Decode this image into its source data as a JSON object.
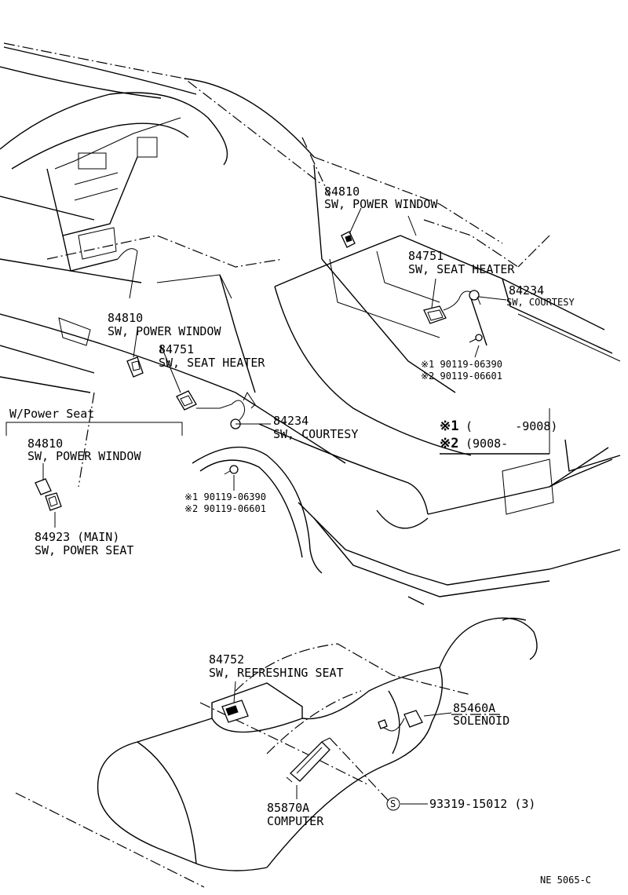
{
  "callouts": {
    "pw_upper_num": "84810",
    "pw_upper_name": "SW, POWER WINDOW",
    "sh_upper_num": "84751",
    "sh_upper_name": "SW, SEAT HEATER",
    "court_upper_num": "84234",
    "court_upper_name": "SW, COURTESY",
    "screw_upper_1": "※1 90119-06390",
    "screw_upper_2": "※2 90119-06601",
    "pw_mid_num": "84810",
    "pw_mid_name": "SW, POWER WINDOW",
    "sh_mid_num": "84751",
    "sh_mid_name": "SW, SEAT HEATER",
    "court_mid_num": "84234",
    "court_mid_name": "SW, COURTESY",
    "screw_mid_1": "※1 90119-06390",
    "screw_mid_2": "※2 90119-06601",
    "refresh_num": "84752",
    "refresh_name": "SW, REFRESHING SEAT",
    "solenoid_num": "85460A",
    "solenoid_name": "SOLENOID",
    "computer_num": "85870A",
    "computer_name": "COMPUTER",
    "screw_s_num": "93319-15012 (3)",
    "screw_s_symbol": "S"
  },
  "power_seat_box": {
    "title": "W/Power Seat",
    "pw_num": "84810",
    "pw_name": "SW, POWER WINDOW",
    "ps_num": "84923 (MAIN)",
    "ps_name": "SW, POWER SEAT"
  },
  "legend": {
    "row1_mark": "※1",
    "row1_range": "(      -9008)",
    "row2_mark": "※2",
    "row2_range": "(9008-      "
  },
  "footer": {
    "code": "NE 5065-C"
  }
}
